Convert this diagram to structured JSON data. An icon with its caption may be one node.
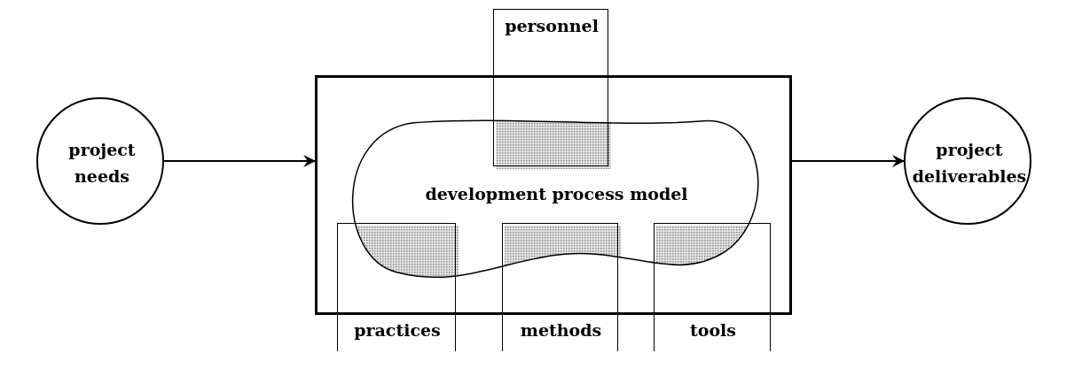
{
  "diagram": {
    "nodes": [
      {
        "text": [
          "project needs"
        ]
      },
      {
        "text": [],
        "shape": "box"
      },
      {
        "text": [
          "development process model"
        ],
        "in": 1
      },
      {
        "text": [
          "personnel"
        ]
      },
      {
        "text": [
          "practices"
        ]
      },
      {
        "text": [
          "methods"
        ]
      },
      {
        "text": [
          "tools"
        ]
      },
      {
        "text": [
          "project deliverables"
        ]
      }
    ],
    "edges": [
      {
        "from": 0,
        "to": 1,
        "arrow": "to"
      },
      {
        "from": 1,
        "to": 7,
        "arrow": "to"
      }
    ]
  }
}
